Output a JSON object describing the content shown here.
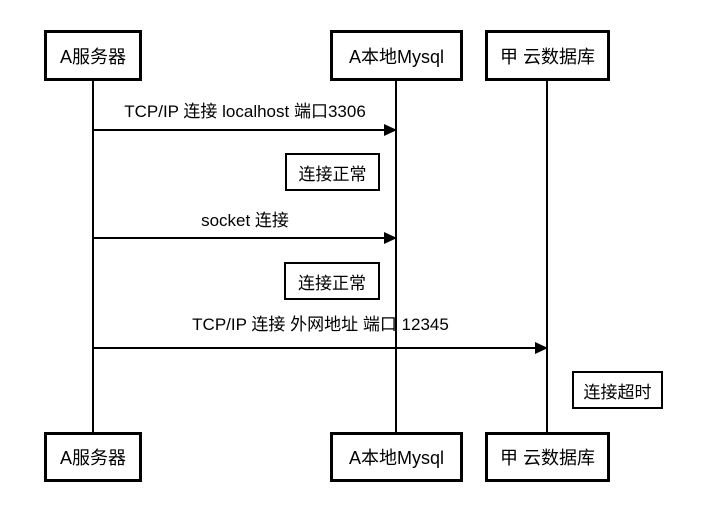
{
  "diagram": {
    "type": "sequence-diagram",
    "colors": {
      "background": "#ffffff",
      "line": "#000000",
      "box_fill": "#ffffff",
      "text": "#000000"
    },
    "actors": [
      {
        "id": "server-a",
        "label": "A服务器"
      },
      {
        "id": "local-mysql",
        "label": "A本地Mysql"
      },
      {
        "id": "cloud-db",
        "label": "甲 云数据库"
      }
    ],
    "messages": [
      {
        "from": "server-a",
        "to": "local-mysql",
        "label": "TCP/IP 连接 localhost 端口3306"
      },
      {
        "from": "server-a",
        "to": "local-mysql",
        "label": "socket 连接"
      },
      {
        "from": "server-a",
        "to": "cloud-db",
        "label": "TCP/IP 连接 外网地址 端口 12345"
      }
    ],
    "notes": [
      {
        "near": "local-mysql",
        "label": "连接正常"
      },
      {
        "near": "local-mysql",
        "label": "连接正常"
      },
      {
        "near": "cloud-db",
        "label": "连接超时"
      }
    ]
  }
}
